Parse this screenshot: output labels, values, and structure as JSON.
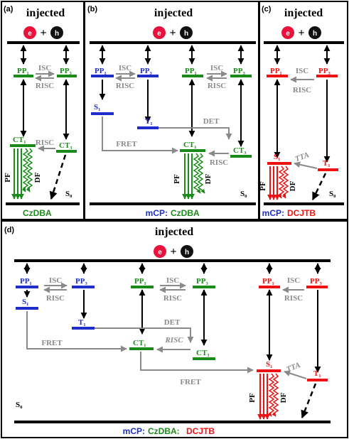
{
  "colors": {
    "green": "#1a8a1a",
    "blue": "#1f2ec9",
    "red": "#ee1111",
    "gray": "#8a8a8a",
    "electron": "#e8123c",
    "hole": "#111111"
  },
  "text": {
    "injected": "injected",
    "electron": "e",
    "hole": "h",
    "plus": "+",
    "pp1": "PP₁",
    "pp3": "PP₃",
    "ct1": "CT₁",
    "ct3": "CT₃",
    "s1": "S₁",
    "t1": "T₁",
    "s0": "S₀",
    "isc": "ISC",
    "risc": "RISC",
    "fret": "FRET",
    "det": "DET",
    "tta": "TTA",
    "pf": "PF",
    "df": "DF",
    "mcp": "mCP:",
    "czdba": "CzDBA",
    "czdba_colon": "CzDBA:",
    "dcjtb": "DCJTB"
  },
  "panels": [
    {
      "label": "(a)"
    },
    {
      "label": "(b)"
    },
    {
      "label": "(c)"
    },
    {
      "label": "(d)"
    }
  ]
}
